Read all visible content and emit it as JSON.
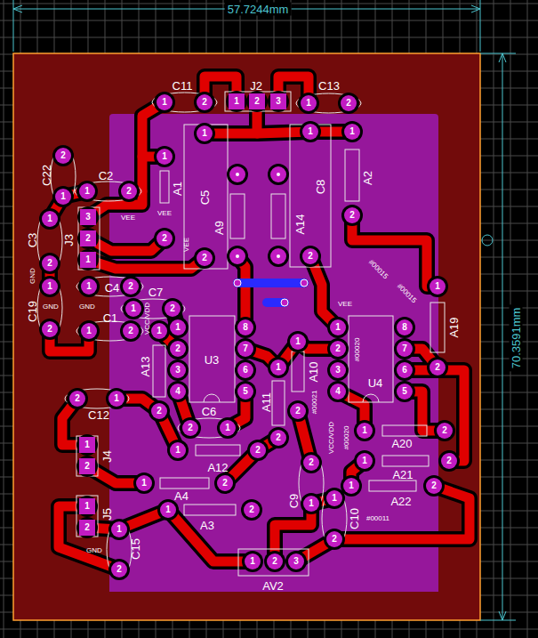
{
  "diagram": {
    "labels": [
      "57.7244mm",
      "70.3591mm",
      "C11",
      "1",
      "2",
      "J2",
      "1",
      "2",
      "3",
      "C13",
      "1",
      "2",
      "C22",
      "2",
      "1",
      "C2",
      "1",
      "2",
      "A1",
      "1",
      "2",
      "VEE",
      "C5",
      "1",
      "2",
      "A9",
      "A14",
      "C8",
      "1",
      "2",
      "A2",
      "1",
      "2",
      "C3",
      "1",
      "2",
      "J3",
      "3",
      "2",
      "1",
      "VEE",
      "VEE",
      "GND",
      "C4",
      "1",
      "2",
      "C19",
      "1",
      "2",
      "GND",
      "GND",
      "C7",
      "1",
      "2",
      "VCC/VDD",
      "C1",
      "1",
      "2",
      "U3",
      "1",
      "2",
      "3",
      "4",
      "5",
      "6",
      "7",
      "8",
      "A13",
      "1",
      "2",
      "C6",
      "2",
      "1",
      "A12",
      "1",
      "2",
      "A11",
      "1",
      "2",
      "A10",
      "1",
      "2",
      "#00021",
      "U4",
      "1",
      "2",
      "3",
      "4",
      "5",
      "6",
      "7",
      "8",
      "#00020",
      "VEE",
      "#00015",
      "#00015",
      "A19",
      "1",
      "2",
      "VCC/VDD",
      "#00020",
      "A20",
      "1",
      "2",
      "A21",
      "1",
      "2",
      "A22",
      "1",
      "2",
      "#00011",
      "C9",
      "2",
      "1",
      "C10",
      "1",
      "2",
      "C12",
      "2",
      "1",
      "J4",
      "1",
      "2",
      "A4",
      "1",
      "2",
      "A3",
      "1",
      "2",
      "J5",
      "1",
      "2",
      "GND",
      "C15",
      "1",
      "2",
      "AV2",
      "1",
      "2",
      "3"
    ]
  }
}
